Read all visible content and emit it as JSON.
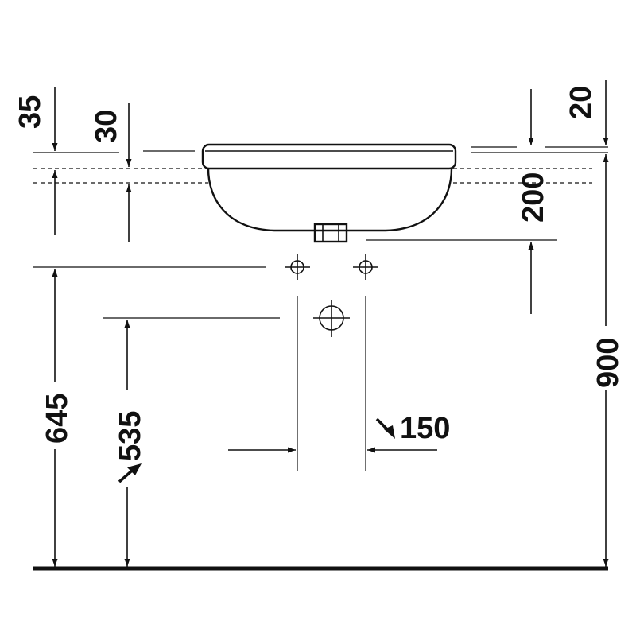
{
  "dimensions": {
    "d35": "35",
    "d30": "30",
    "d20": "20",
    "d200": "200",
    "d900": "900",
    "d645": "645",
    "d535": "535",
    "d150": "150"
  }
}
